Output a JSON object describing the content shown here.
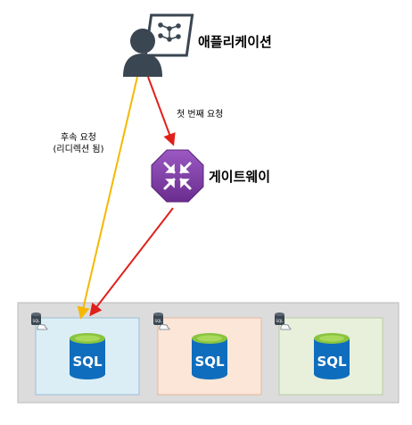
{
  "nodes": {
    "application": {
      "label": "애플리케이션",
      "icon": "user-computer-icon"
    },
    "gateway": {
      "label": "게이트웨이",
      "icon": "gateway-icon"
    }
  },
  "edges": {
    "first_request": {
      "label": "첫 번째 요청",
      "color": "#e0201a"
    },
    "subsequent_request": {
      "label_line1": "후속 요청",
      "label_line2": "(리디렉션 됨)",
      "color": "#f5b800"
    }
  },
  "databases": [
    {
      "label": "SQL",
      "panel_color": "#dbeef6",
      "corner_label": "SQL"
    },
    {
      "label": "SQL",
      "panel_color": "#fbe6d8",
      "corner_label": "SQL"
    },
    {
      "label": "SQL",
      "panel_color": "#e8f0dc",
      "corner_label": "SQL"
    }
  ],
  "colors": {
    "cluster_bg": "#dcdcdc",
    "sql_blue": "#0f6dbd",
    "sql_green": "#8ac43f",
    "gateway_purple": "#7b3fa0",
    "user_dark": "#3a4651"
  }
}
